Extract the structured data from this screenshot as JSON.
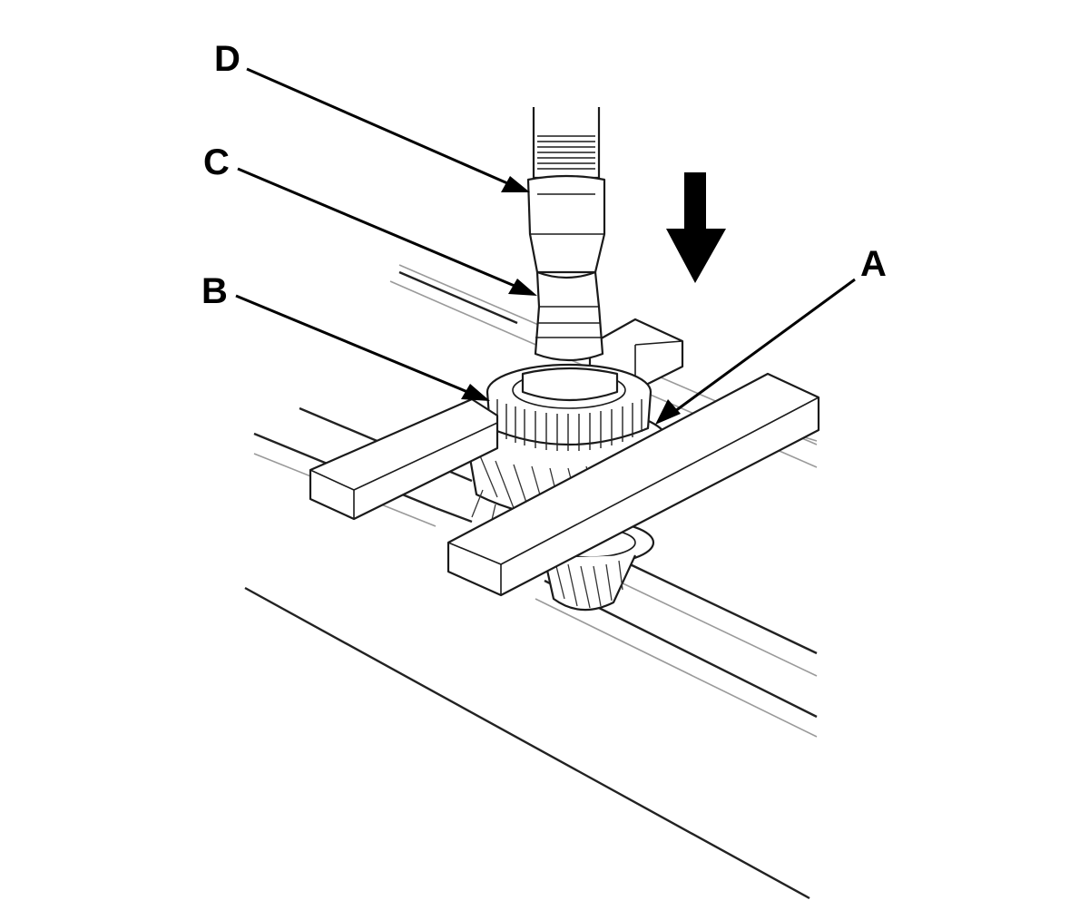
{
  "callouts": {
    "a": {
      "label": "A"
    },
    "b": {
      "label": "B"
    },
    "c": {
      "label": "C"
    },
    "d": {
      "label": "D"
    }
  },
  "press_direction_icon": "down-arrow-icon",
  "colors": {
    "line": "#1a1a1a",
    "background": "#ffffff"
  }
}
